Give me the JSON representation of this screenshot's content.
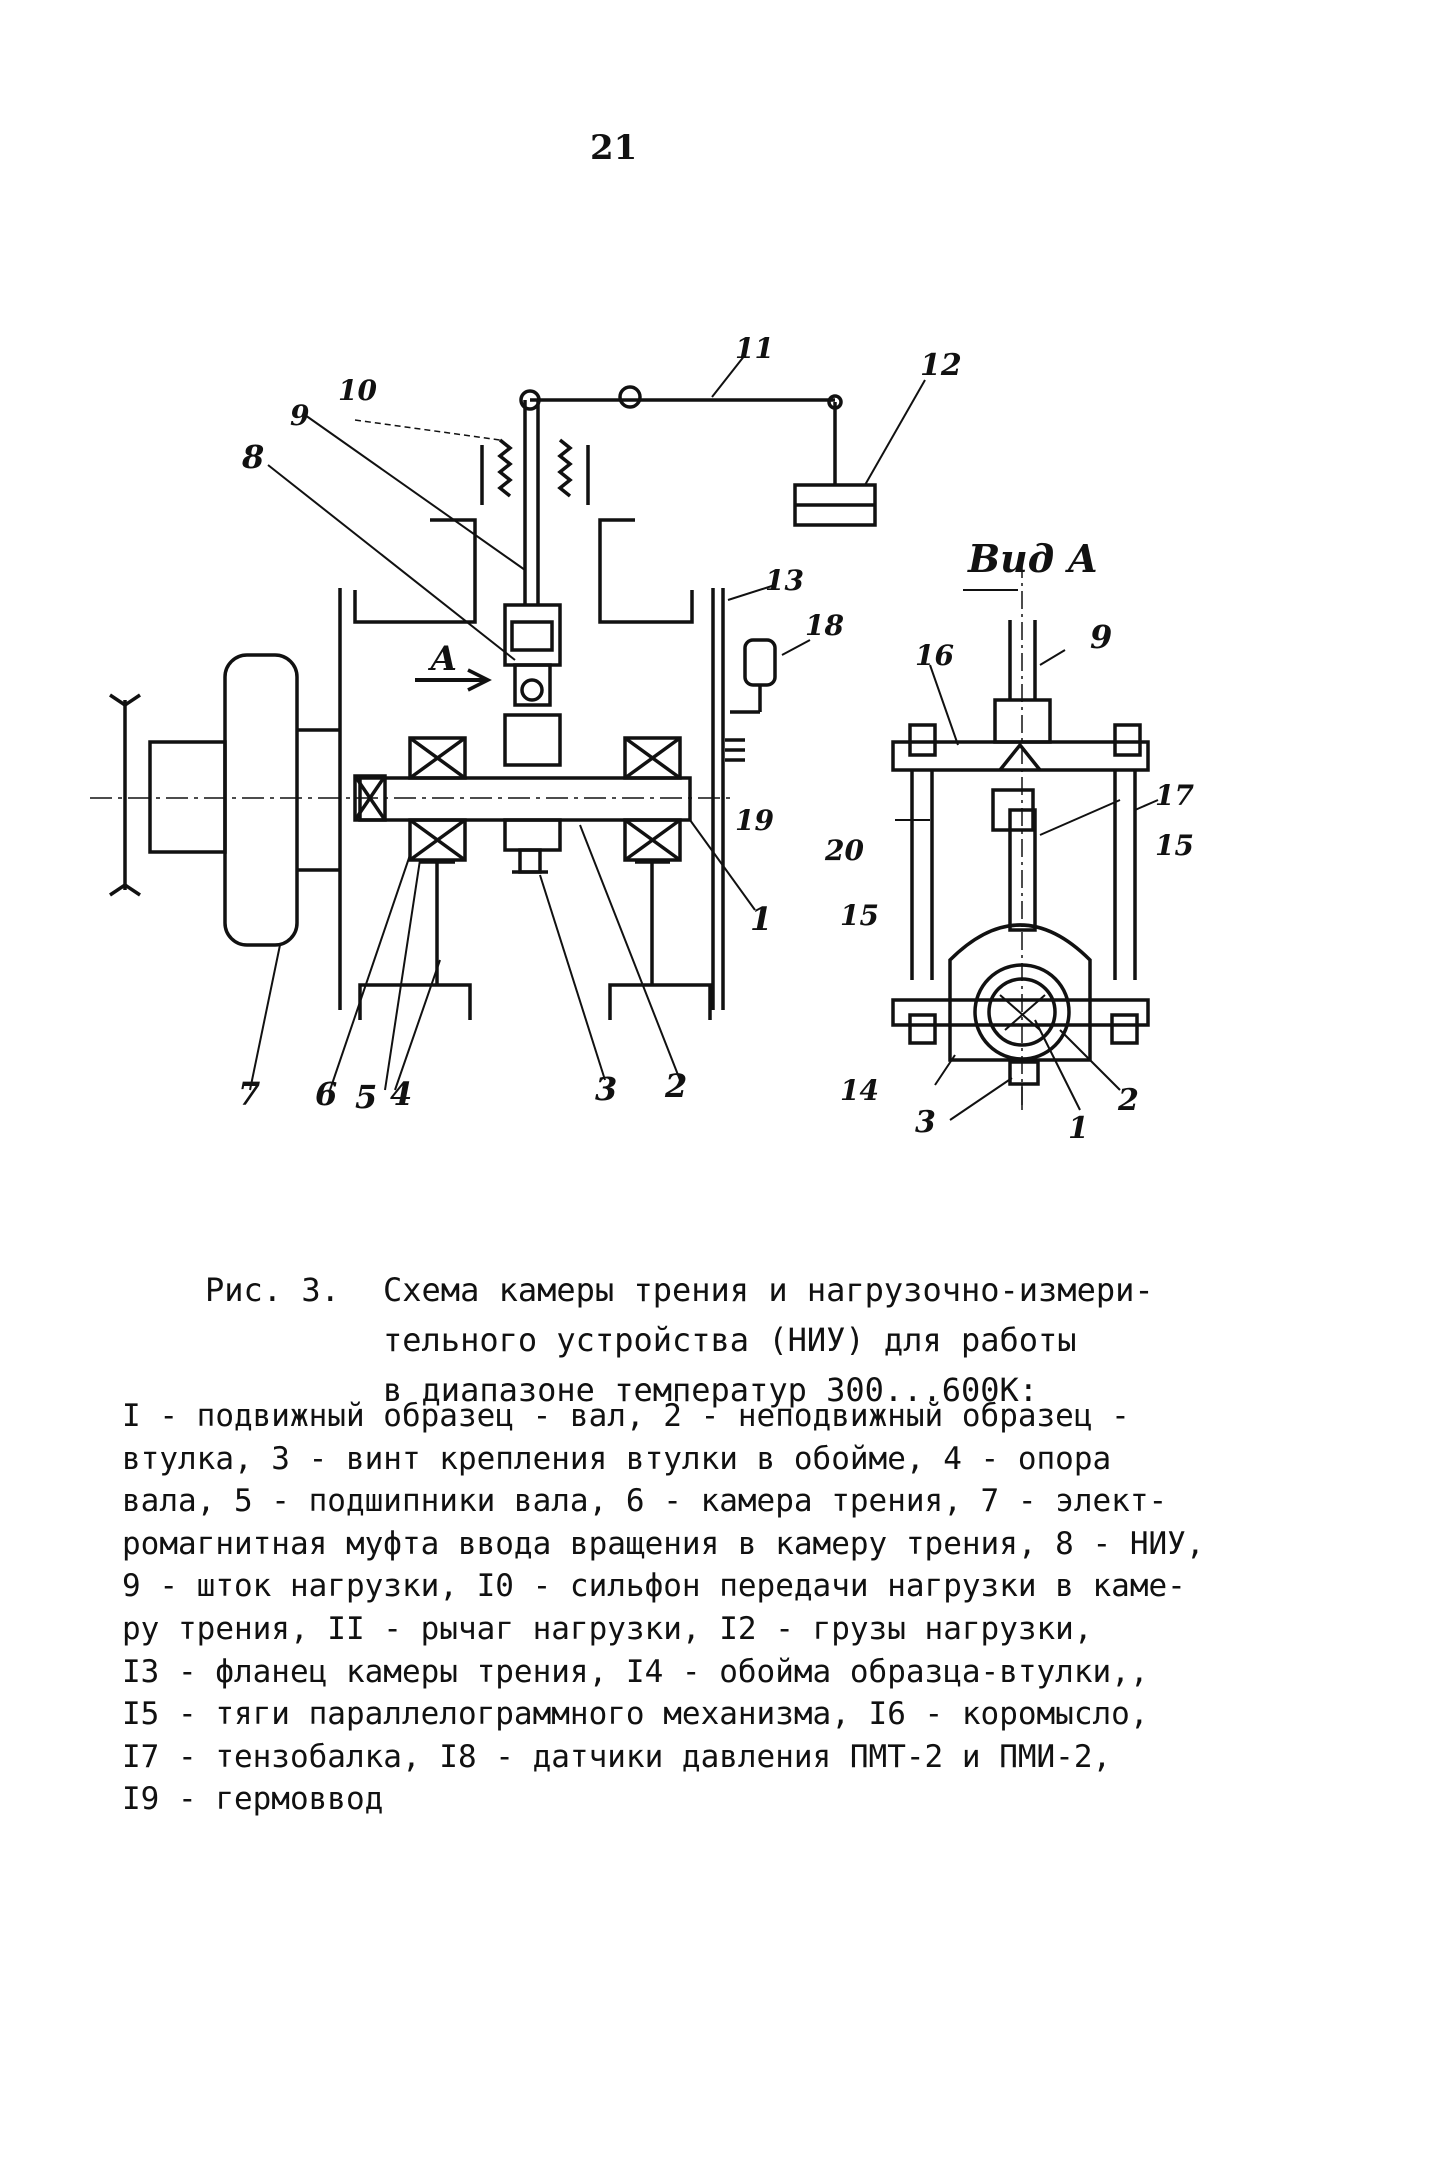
{
  "page_number": "21",
  "figure": {
    "view_label": "Вид А",
    "arrow_label": "А",
    "labels": {
      "l1": "1",
      "l2": "2",
      "l3": "3",
      "l4": "4",
      "l5": "5",
      "l6": "6",
      "l7": "7",
      "l8": "8",
      "l9": "9",
      "l10": "10",
      "l11": "11",
      "l12": "12",
      "l13": "13",
      "l18": "18",
      "l19": "19"
    },
    "view_labels": {
      "v1": "1",
      "v2": "2",
      "v3": "3",
      "v9": "9",
      "v14": "14",
      "v15a": "15",
      "v15b": "15",
      "v16": "16",
      "v17": "17",
      "v20": "20"
    }
  },
  "caption": {
    "lead": "Рис. 3.",
    "title_lines": [
      "Схема камеры трения и нагрузочно-измери-",
      "тельного устройства (НИУ) для работы",
      "в диапазоне температур 300...600К:"
    ],
    "legend_lines": [
      "I - подвижный образец - вал, 2 - неподвижный образец -",
      "втулка, 3 - винт крепления втулки в обойме, 4 - опора",
      "вала, 5 - подшипники вала, 6 - камера трения, 7 - элект-",
      "ромагнитная муфта ввода вращения в камеру трения, 8 - НИУ,",
      "9 - шток нагрузки, I0 - сильфон передачи нагрузки в каме-",
      "ру трения, II - рычаг нагрузки, I2 - грузы нагрузки,",
      "I3 - фланец камеры трения, I4 - обойма образца-втулки,,",
      "I5 - тяги параллелограммного механизма, I6 - коромысло,",
      "I7 - тензобалка, I8 - датчики давления ПМТ-2 и ПМИ-2,",
      "I9 - гермоввод"
    ]
  }
}
